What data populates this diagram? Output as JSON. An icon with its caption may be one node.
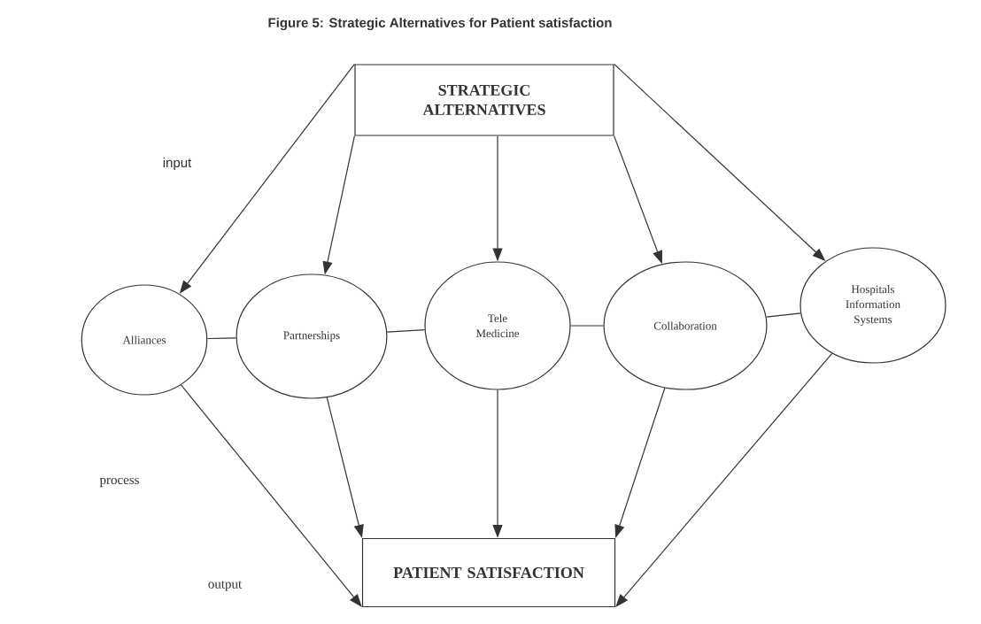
{
  "diagram": {
    "title": "Figure 5: Strategic Alternatives for Patient satisfaction",
    "nodes": [
      {
        "text": [
          "STRATEGIC ALTERNATIVES"
        ]
      },
      {
        "text": [
          "Alliances"
        ]
      },
      {
        "text": [
          "Partnerships"
        ]
      },
      {
        "text": [
          "Tele Medicine"
        ]
      },
      {
        "text": [
          "Collaboration"
        ]
      },
      {
        "text": [
          "Hospitals Information Systems"
        ]
      },
      {
        "text": [
          "PATIENT SATISFACTION"
        ]
      }
    ],
    "edges": [
      {
        "from": 0,
        "to": 1,
        "arrow": "to"
      },
      {
        "from": 0,
        "to": 2,
        "arrow": "to"
      },
      {
        "from": 0,
        "to": 3,
        "arrow": "to"
      },
      {
        "from": 0,
        "to": 4,
        "arrow": "to"
      },
      {
        "from": 0,
        "to": 5,
        "arrow": "to"
      },
      {
        "from": 1,
        "to": 2,
        "arrow": "none"
      },
      {
        "from": 2,
        "to": 3,
        "arrow": "none"
      },
      {
        "from": 3,
        "to": 4,
        "arrow": "none"
      },
      {
        "from": 4,
        "to": 5,
        "arrow": "none"
      },
      {
        "from": 1,
        "to": 6,
        "arrow": "to"
      },
      {
        "from": 2,
        "to": 6,
        "arrow": "to"
      },
      {
        "from": 3,
        "to": 6,
        "arrow": "to"
      },
      {
        "from": 4,
        "to": 6,
        "arrow": "to"
      },
      {
        "from": 5,
        "to": 6,
        "arrow": "to"
      }
    ],
    "labels": [
      "input",
      "process",
      "output"
    ]
  }
}
